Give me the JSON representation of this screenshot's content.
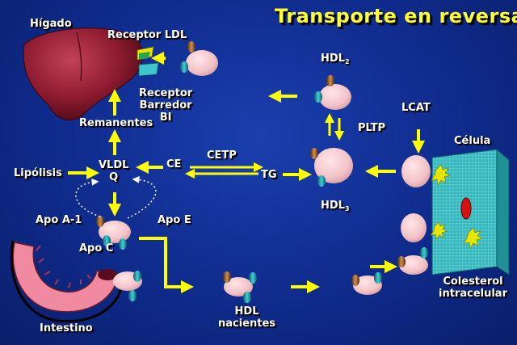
{
  "title": "Transporte en reversa",
  "labels": {
    "higado": "Hígado",
    "receptor_ldl": "Receptor LDL",
    "receptor_barredor_line1": "Receptor",
    "receptor_barredor_line2": "Barredor",
    "receptor_barredor_line3": "BI",
    "remanentes": "Remanentes",
    "vldl": "VLDL",
    "q": "Q",
    "ce": "CE",
    "cetp": "CETP",
    "tg": "TG",
    "lipolisis": "Lipólisis",
    "apo_a1": "Apo A-1",
    "apo_e": "Apo E",
    "apo_c": "Apo C",
    "intestino": "Intestino",
    "hdl_nacientes_line1": "HDL",
    "hdl_nacientes_line2": "nacientes",
    "hdl2_base": "HDL",
    "hdl2_sub": "2",
    "hdl3_base": "HDL",
    "hdl3_sub": "3",
    "pltp": "PLTP",
    "lcat": "LCAT",
    "celula": "Célula",
    "colesterol_line1": "Colesterol",
    "colesterol_line2": "intracelular"
  },
  "colors": {
    "background": "#0f2b8c",
    "title": "#ffff33",
    "arrow": "#ffff00",
    "liver": "#8b1a2e",
    "particle": "#f2c8cc",
    "cell": "#3fc6cc",
    "nucleus": "#d41010",
    "cholesterol": "#e6e600"
  }
}
